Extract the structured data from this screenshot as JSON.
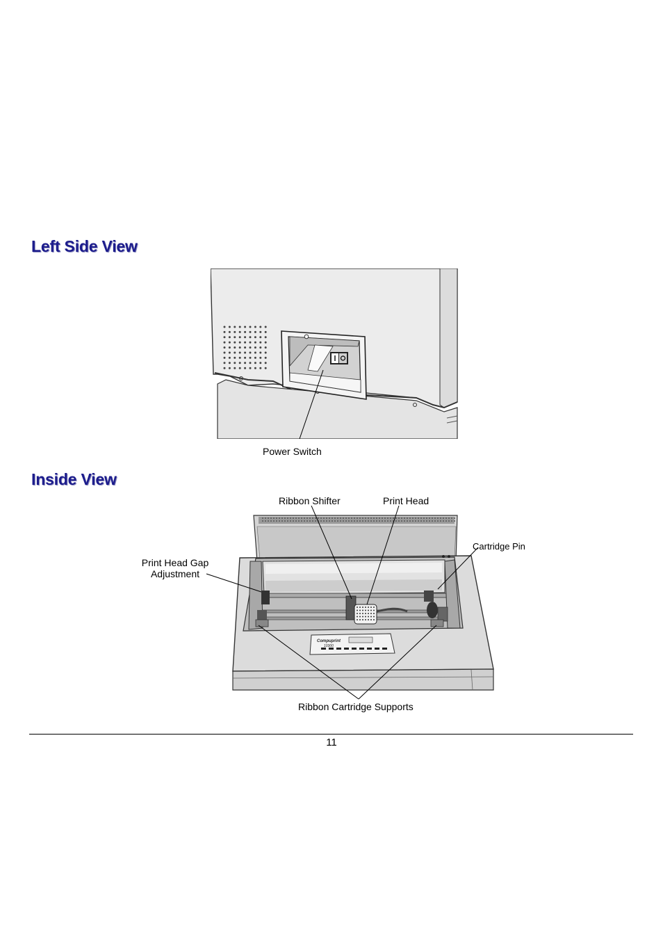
{
  "sections": {
    "left_side_view": {
      "title": "Left Side View",
      "labels": {
        "power_switch": "Power Switch"
      }
    },
    "inside_view": {
      "title": "Inside View",
      "labels": {
        "ribbon_shifter": "Ribbon Shifter",
        "print_head": "Print Head",
        "cartridge_pin": "Cartridge Pin",
        "print_head_gap_adjustment_line1": "Print Head Gap",
        "print_head_gap_adjustment_line2": "Adjustment",
        "ribbon_cartridge_supports": "Ribbon Cartridge Supports"
      },
      "panel_brand": "Compuprint",
      "panel_model": "10300"
    }
  },
  "footer": {
    "page_number": "11"
  }
}
